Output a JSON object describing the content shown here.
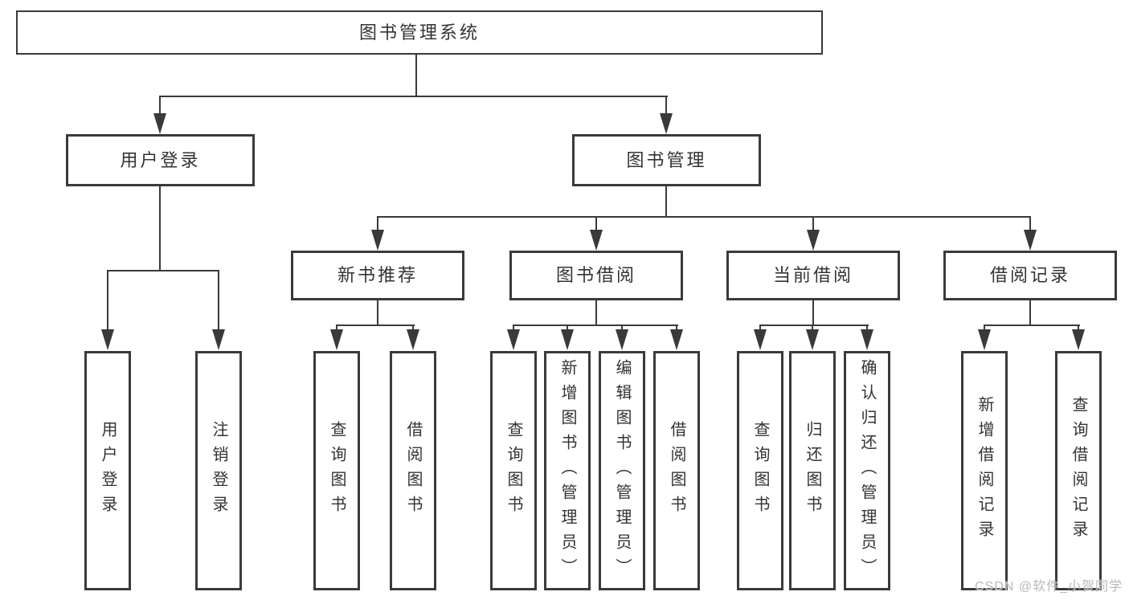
{
  "diagram": {
    "title": "图书管理系统",
    "type": "hierarchy-tree",
    "colors": {
      "line": "#3a3a3a",
      "box_border": "#3a3a3a",
      "text": "#333333",
      "watermark": "#b8b8b8",
      "background": "#ffffff"
    },
    "watermark": {
      "text": "CSDN @软件_小贺同学"
    },
    "nodes": {
      "root": {
        "label": "图书管理系统",
        "level": 1,
        "parent": null
      },
      "user_login": {
        "label": "用户登录",
        "level": 2,
        "parent": "root"
      },
      "book_management": {
        "label": "图书管理",
        "level": 2,
        "parent": "root"
      },
      "new_book_recommend": {
        "label": "新书推荐",
        "level": 3,
        "parent": "book_management"
      },
      "book_borrowing": {
        "label": "图书借阅",
        "level": 3,
        "parent": "book_management"
      },
      "current_borrowing": {
        "label": "当前借阅",
        "level": 3,
        "parent": "book_management"
      },
      "borrowing_records": {
        "label": "借阅记录",
        "level": 3,
        "parent": "book_management"
      },
      "login": {
        "label": "用户登录",
        "level": 4,
        "parent": "user_login"
      },
      "logout": {
        "label": "注销登录",
        "level": 4,
        "parent": "user_login"
      },
      "recommend_query_books": {
        "label": "查询图书",
        "level": 4,
        "parent": "new_book_recommend"
      },
      "recommend_borrow_books": {
        "label": "借阅图书",
        "level": 4,
        "parent": "new_book_recommend"
      },
      "borrow_query_books": {
        "label": "查询图书",
        "level": 4,
        "parent": "book_borrowing"
      },
      "borrow_add_books_admin": {
        "label": "新增图书（管理员）",
        "level": 4,
        "parent": "book_borrowing"
      },
      "borrow_edit_books_admin": {
        "label": "编辑图书（管理员）",
        "level": 4,
        "parent": "book_borrowing"
      },
      "borrow_borrow_books": {
        "label": "借阅图书",
        "level": 4,
        "parent": "book_borrowing"
      },
      "current_query_books": {
        "label": "查询图书",
        "level": 4,
        "parent": "current_borrowing"
      },
      "current_return_books": {
        "label": "归还图书",
        "level": 4,
        "parent": "current_borrowing"
      },
      "current_confirm_return_admin": {
        "label": "确认归还（管理员）",
        "level": 4,
        "parent": "current_borrowing"
      },
      "records_add_record": {
        "label": "新增借阅记录",
        "level": 4,
        "parent": "borrowing_records"
      },
      "records_query_record": {
        "label": "查询借阅记录",
        "level": 4,
        "parent": "borrowing_records"
      }
    }
  }
}
